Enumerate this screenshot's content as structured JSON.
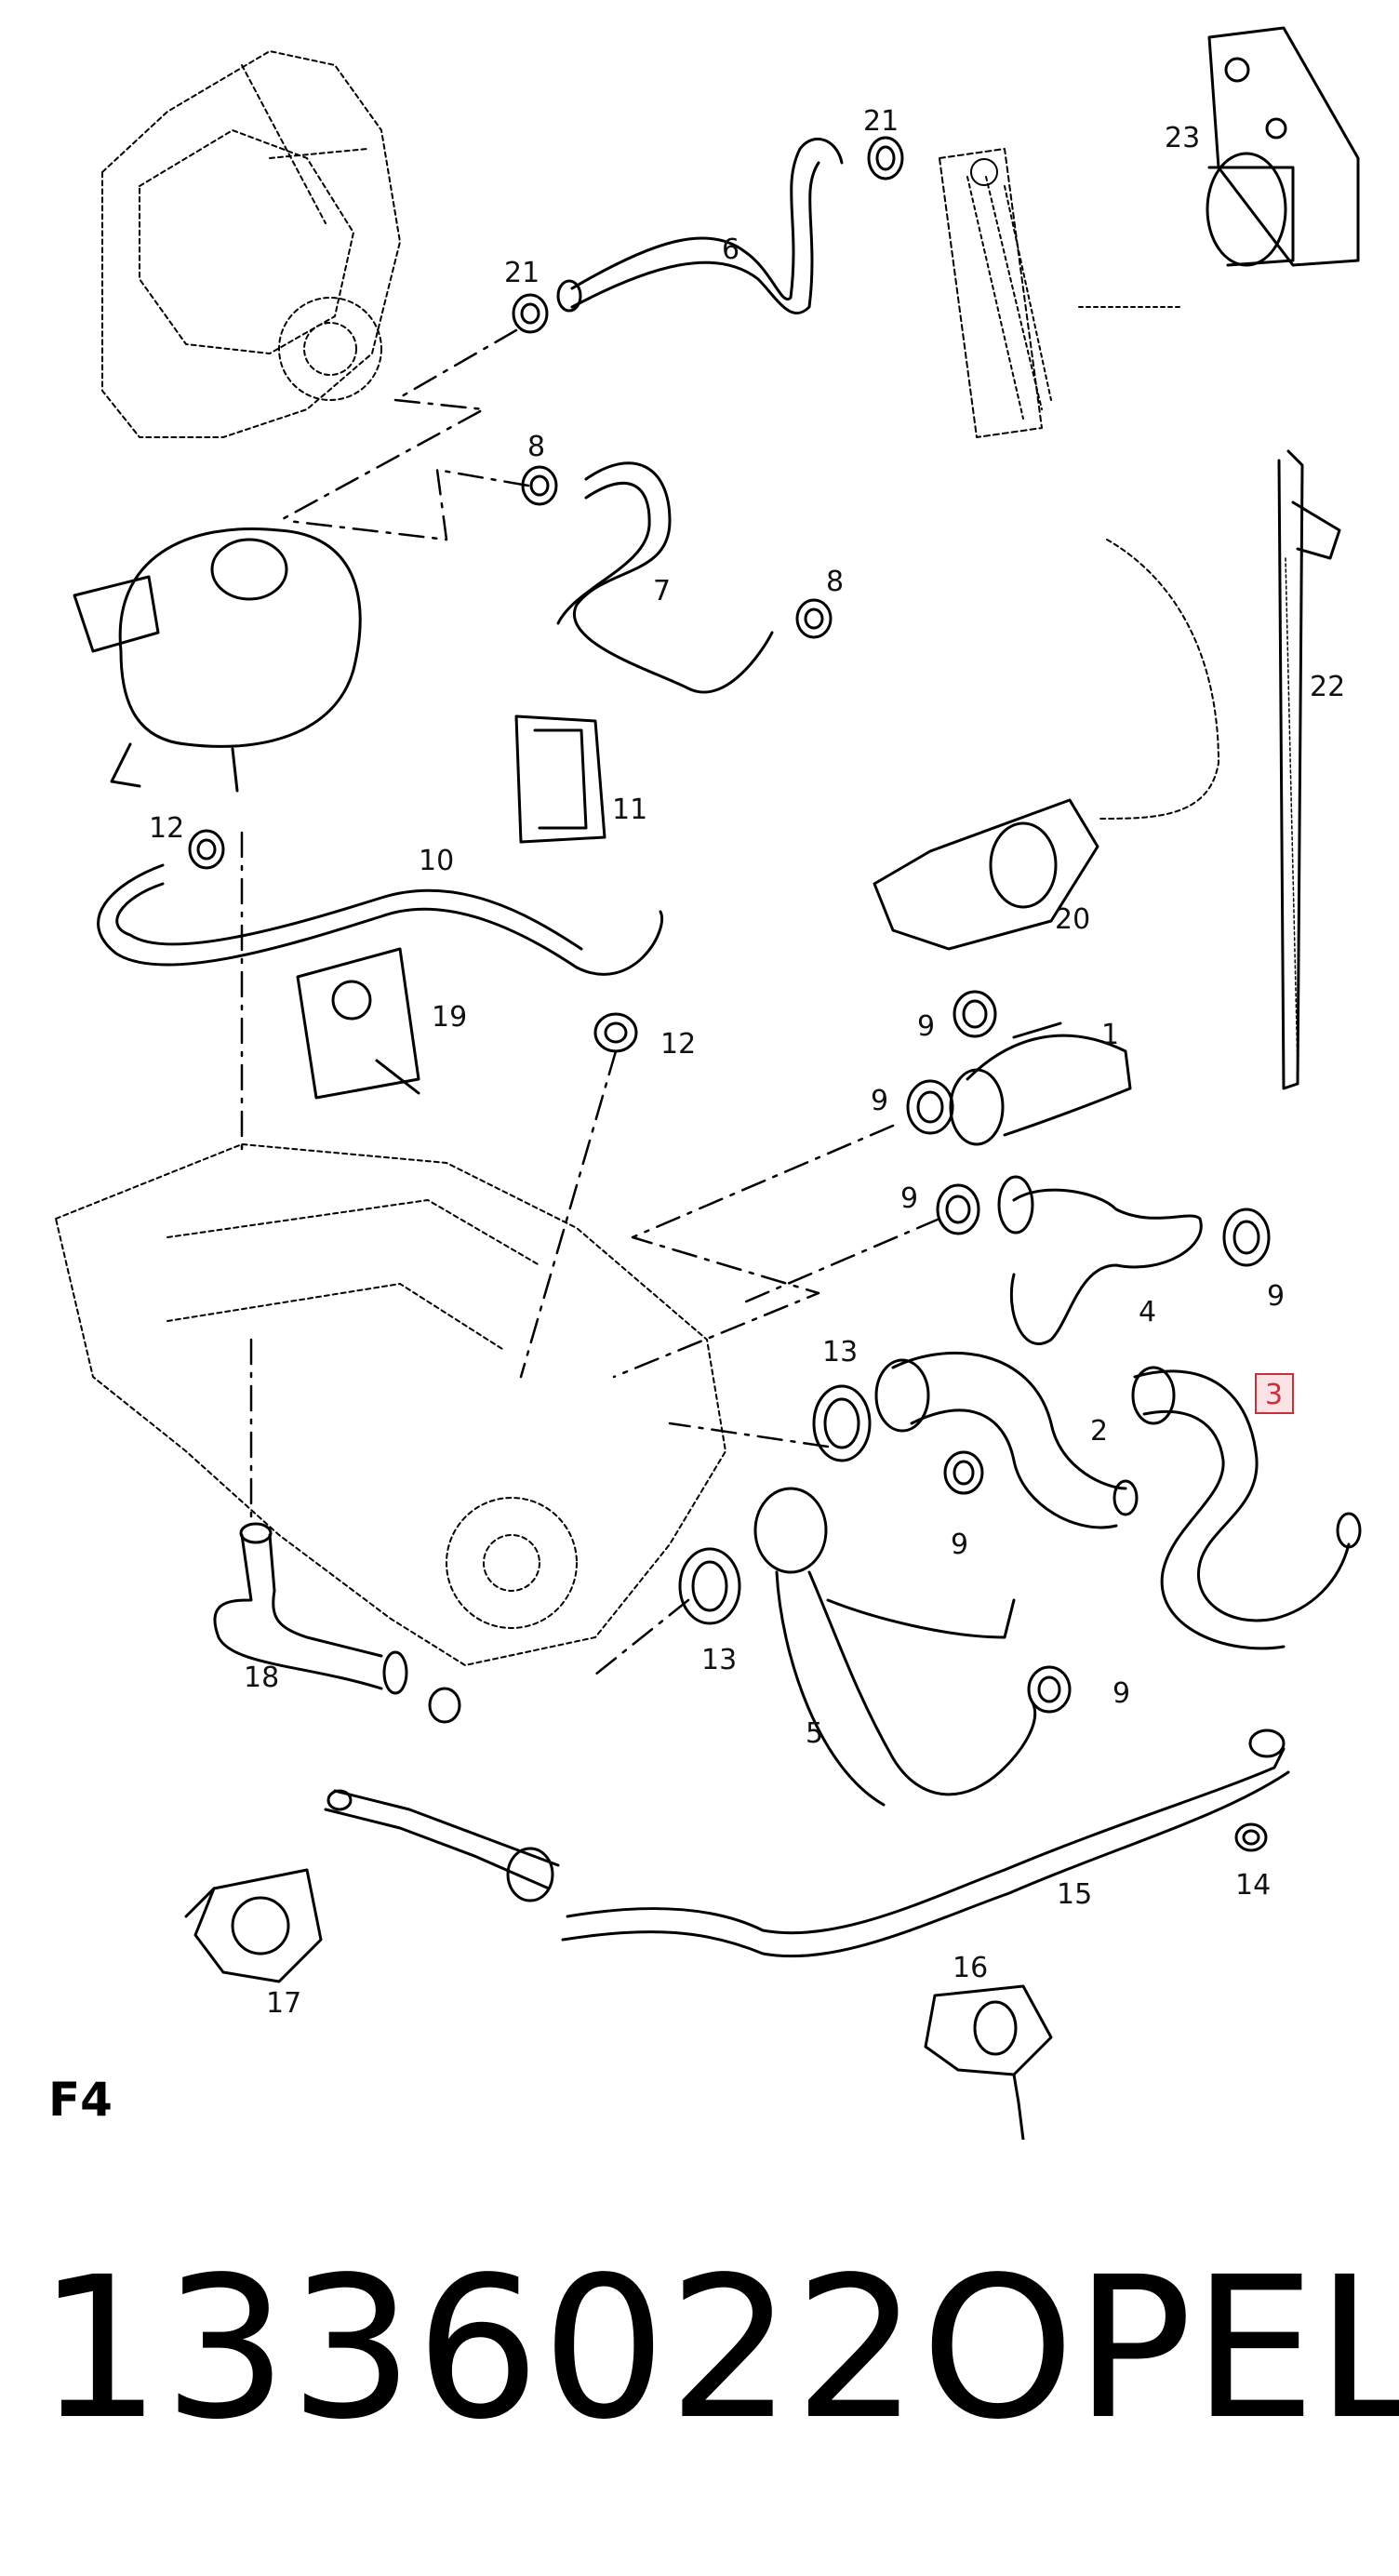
{
  "diagram": {
    "section_label": "F4",
    "callouts": [
      {
        "id": "c21a",
        "text": "21"
      },
      {
        "id": "c23",
        "text": "23"
      },
      {
        "id": "c21b",
        "text": "21"
      },
      {
        "id": "c6",
        "text": "6"
      },
      {
        "id": "c8a",
        "text": "8"
      },
      {
        "id": "c7",
        "text": "7"
      },
      {
        "id": "c8b",
        "text": "8"
      },
      {
        "id": "c22",
        "text": "22"
      },
      {
        "id": "c11",
        "text": "11"
      },
      {
        "id": "c12a",
        "text": "12"
      },
      {
        "id": "c10",
        "text": "10"
      },
      {
        "id": "c20",
        "text": "20"
      },
      {
        "id": "c19",
        "text": "19"
      },
      {
        "id": "c12b",
        "text": "12"
      },
      {
        "id": "c9a",
        "text": "9"
      },
      {
        "id": "c1",
        "text": "1"
      },
      {
        "id": "c9b",
        "text": "9"
      },
      {
        "id": "c9c",
        "text": "9"
      },
      {
        "id": "c4",
        "text": "4"
      },
      {
        "id": "c9d",
        "text": "9"
      },
      {
        "id": "c13a",
        "text": "13"
      },
      {
        "id": "c3",
        "text": "3"
      },
      {
        "id": "c2",
        "text": "2"
      },
      {
        "id": "c9e",
        "text": "9"
      },
      {
        "id": "c13b",
        "text": "13"
      },
      {
        "id": "c9f",
        "text": "9"
      },
      {
        "id": "c18",
        "text": "18"
      },
      {
        "id": "c5",
        "text": "5"
      },
      {
        "id": "c15",
        "text": "15"
      },
      {
        "id": "c14",
        "text": "14"
      },
      {
        "id": "c17",
        "text": "17"
      },
      {
        "id": "c16",
        "text": "16"
      }
    ]
  },
  "footer": {
    "part_number": "1336022",
    "brand": "OPEL"
  },
  "colors": {
    "highlight": "#c9303b",
    "highlight_fill": "#fbe3e5"
  }
}
